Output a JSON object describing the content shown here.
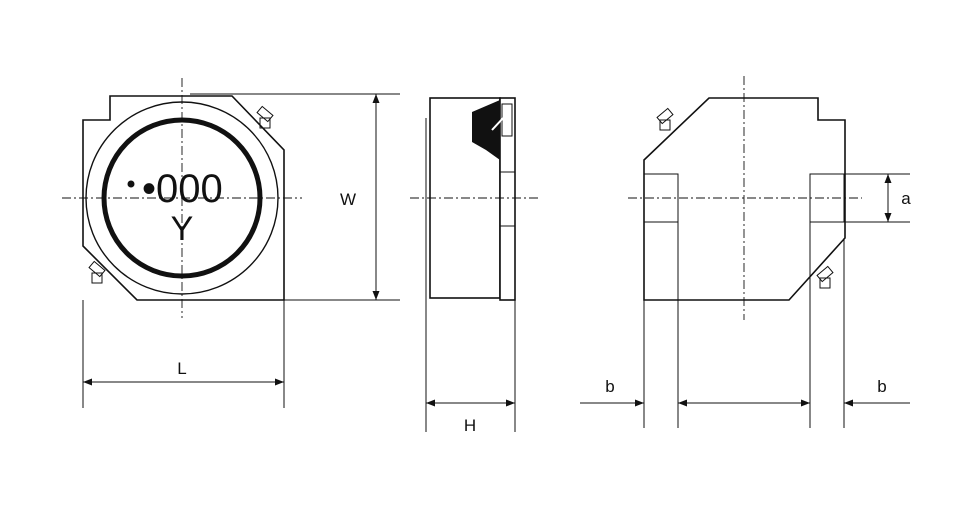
{
  "drawing": {
    "top_view": {
      "marking_line1": "•000",
      "marking_line2": "Y",
      "dim_length": "L",
      "dim_width": "W"
    },
    "side_view": {
      "dim_height": "H"
    },
    "bottom_view": {
      "dim_terminal_width": "a",
      "dim_terminal_length_left": "b",
      "dim_terminal_length_right": "b"
    }
  }
}
